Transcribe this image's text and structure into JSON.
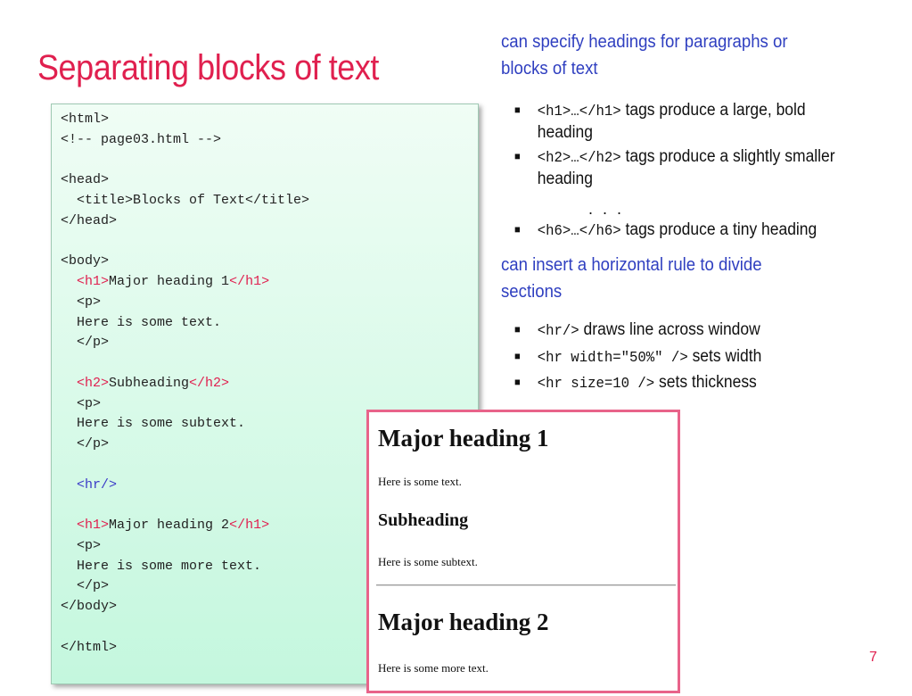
{
  "title": "Separating blocks of text",
  "code_lines": [
    [
      {
        "t": "<html>"
      }
    ],
    [
      {
        "t": "<!-- page03.html -->"
      }
    ],
    [],
    [
      {
        "t": "<head>"
      }
    ],
    [
      {
        "t": "  <title>Blocks of Text</title>"
      }
    ],
    [
      {
        "t": "</head>"
      }
    ],
    [],
    [
      {
        "t": "<body>"
      }
    ],
    [
      {
        "t": "  "
      },
      {
        "t": "<h1>",
        "c": "red"
      },
      {
        "t": "Major heading 1"
      },
      {
        "t": "</h1>",
        "c": "red"
      }
    ],
    [
      {
        "t": "  <p>"
      }
    ],
    [
      {
        "t": "  Here is some text."
      }
    ],
    [
      {
        "t": "  </p>"
      }
    ],
    [],
    [
      {
        "t": "  "
      },
      {
        "t": "<h2>",
        "c": "red"
      },
      {
        "t": "Subheading"
      },
      {
        "t": "</h2>",
        "c": "red"
      }
    ],
    [
      {
        "t": "  <p>"
      }
    ],
    [
      {
        "t": "  Here is some subtext."
      }
    ],
    [
      {
        "t": "  </p>"
      }
    ],
    [],
    [
      {
        "t": "  "
      },
      {
        "t": "<hr/>",
        "c": "blue"
      }
    ],
    [],
    [
      {
        "t": "  "
      },
      {
        "t": "<h1>",
        "c": "red"
      },
      {
        "t": "Major heading 2"
      },
      {
        "t": "</h1>",
        "c": "red"
      }
    ],
    [
      {
        "t": "  <p>"
      }
    ],
    [
      {
        "t": "  Here is some more text."
      }
    ],
    [
      {
        "t": "  </p>"
      }
    ],
    [
      {
        "t": "</body>"
      }
    ],
    [],
    [
      {
        "t": "</html>"
      }
    ]
  ],
  "right": {
    "head1_line1": "can specify headings for paragraphs or",
    "head1_line2": "blocks of text",
    "b1_code": "<h1>…</h1>",
    "b1_text": " tags produce a large, bold heading",
    "b2_code": "<h2>…</h2>",
    "b2_text": " tags produce a slightly smaller heading",
    "ellipsis": ". . .",
    "b3_code": "<h6>…</h6>",
    "b3_text": " tags produce a tiny heading",
    "head2_line1": "can insert a horizontal rule to divide",
    "head2_line2": "sections",
    "b4_code": "<hr/>",
    "b4_text": " draws line across window",
    "b5_code": "<hr width=\"50%\" />",
    "b5_text": " sets width",
    "b6_code": "<hr size=10 />",
    "b6_text": " sets thickness"
  },
  "preview": {
    "h1a": "Major heading 1",
    "p1": "Here is some text.",
    "h2": "Subheading",
    "p2": "Here is some subtext.",
    "h1b": "Major heading 2",
    "p3": "Here is some more text."
  },
  "page_number": "7",
  "colors": {
    "title": "#e0204f",
    "blue_text": "#2f3fc0",
    "tag_red": "#e0204f",
    "tag_blue": "#3b3bc8",
    "preview_border": "#e8638a"
  }
}
